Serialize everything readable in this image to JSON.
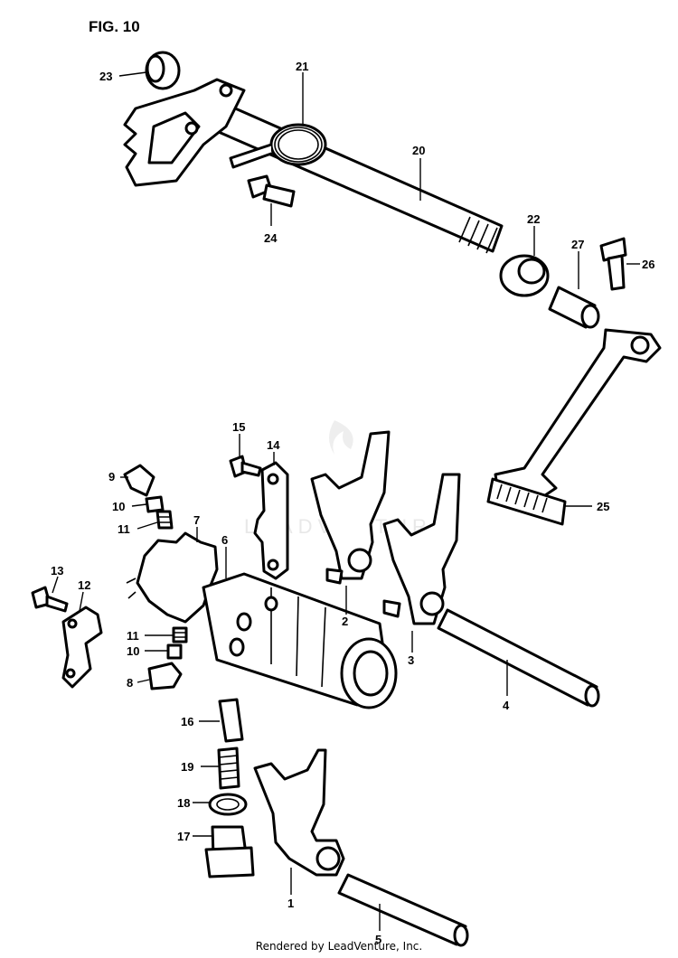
{
  "figure": {
    "title": "FIG. 10",
    "watermark": "LEADVENTURE",
    "footer": "Rendered by LeadVenture, Inc."
  },
  "callouts": [
    "1",
    "2",
    "3",
    "4",
    "5",
    "6",
    "7",
    "8",
    "9",
    "10",
    "10",
    "11",
    "11",
    "12",
    "13",
    "14",
    "15",
    "16",
    "17",
    "18",
    "19",
    "20",
    "21",
    "22",
    "23",
    "24",
    "25",
    "26",
    "27"
  ]
}
